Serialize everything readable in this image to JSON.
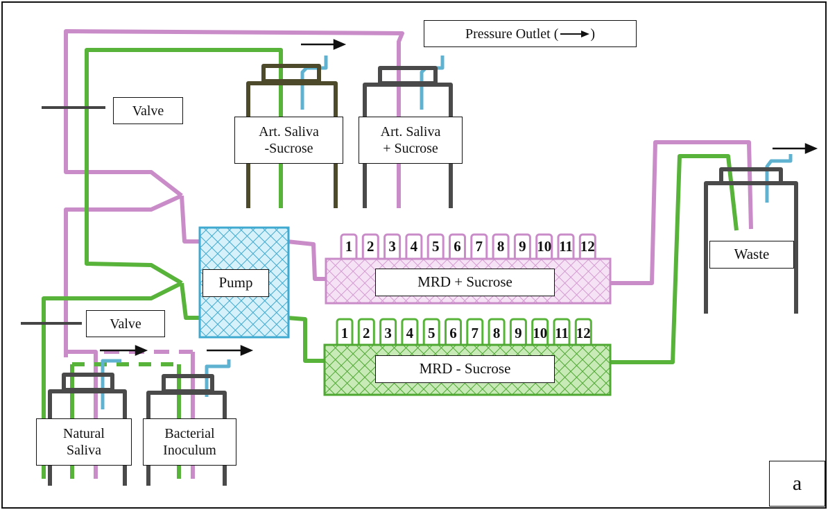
{
  "labels": {
    "pressure_outlet": "Pressure Outlet (",
    "pressure_outlet_close": ")",
    "valve_top": "Valve",
    "valve_bottom": "Valve",
    "art_saliva_minus_l1": "Art. Saliva",
    "art_saliva_minus_l2": "-Sucrose",
    "art_saliva_plus_l1": "Art. Saliva",
    "art_saliva_plus_l2": "+ Sucrose",
    "pump": "Pump",
    "mrd_plus": "MRD + Sucrose",
    "mrd_minus": "MRD - Sucrose",
    "waste": "Waste",
    "natural_saliva_l1": "Natural",
    "natural_saliva_l2": "Saliva",
    "bacterial_l1": "Bacterial",
    "bacterial_l2": "Inoculum",
    "panel": "a"
  },
  "ports_top": [
    "1",
    "2",
    "3",
    "4",
    "5",
    "6",
    "7",
    "8",
    "9",
    "10",
    "11",
    "12"
  ],
  "ports_bottom": [
    "1",
    "2",
    "3",
    "4",
    "5",
    "6",
    "7",
    "8",
    "9",
    "10",
    "11",
    "12"
  ],
  "colors": {
    "pink_line": "#c98cc8",
    "green_line": "#58b33a",
    "blue_line": "#5fb3d0",
    "bottle_dark": "#4a4a4a",
    "bottle_olive": "#4d4a2c",
    "pump_fill": "#7fd0e8",
    "mrd_plus_fill": "#e6b5e3",
    "mrd_minus_fill": "#7fcc5e"
  }
}
